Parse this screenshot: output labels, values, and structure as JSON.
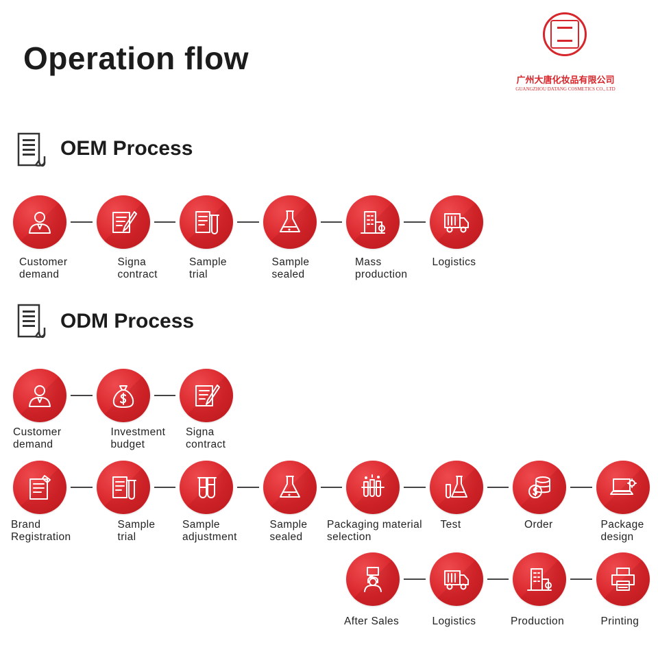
{
  "title": "Operation flow",
  "logo": {
    "cn": "广州大唐化妆品有限公司",
    "en": "GUANGZHOU DATANG COSMETICS CO., LTD"
  },
  "colors": {
    "accent": "#d7262b",
    "connector": "#444444",
    "text": "#222222"
  },
  "oem": {
    "title": "OEM Process",
    "steps": [
      {
        "icon": "customer-icon",
        "lines": [
          "Customer",
          "demand"
        ]
      },
      {
        "icon": "contract-icon",
        "lines": [
          "Signa",
          "contract"
        ]
      },
      {
        "icon": "sample-trial-icon",
        "lines": [
          "Sample",
          "trial"
        ]
      },
      {
        "icon": "flask-icon",
        "lines": [
          "Sample",
          "sealed"
        ]
      },
      {
        "icon": "factory-icon",
        "lines": [
          "Mass",
          "production"
        ]
      },
      {
        "icon": "truck-icon",
        "lines": [
          "Logistics"
        ]
      }
    ]
  },
  "odm": {
    "title": "ODM Process",
    "row1": [
      {
        "icon": "customer-icon",
        "lines": [
          "Customer",
          "demand"
        ]
      },
      {
        "icon": "money-bag-icon",
        "lines": [
          "Investment",
          "budget"
        ]
      },
      {
        "icon": "contract-icon",
        "lines": [
          "Signa",
          "contract"
        ]
      }
    ],
    "row2": [
      {
        "icon": "brand-document-icon",
        "lines": [
          "Brand",
          "Registration"
        ]
      },
      {
        "icon": "sample-trial-icon",
        "lines": [
          "Sample",
          "trial"
        ]
      },
      {
        "icon": "test-tubes-icon",
        "lines": [
          "Sample",
          "adjustment"
        ]
      },
      {
        "icon": "flask-icon",
        "lines": [
          "Sample",
          "sealed"
        ]
      },
      {
        "icon": "lab-tubes-icon",
        "lines": [
          "Packaging material",
          "selection"
        ]
      },
      {
        "icon": "test-flask-icon",
        "lines": [
          "Test"
        ]
      },
      {
        "icon": "coins-icon",
        "lines": [
          "Order"
        ]
      },
      {
        "icon": "laptop-icon",
        "lines": [
          "Package",
          "design"
        ]
      }
    ],
    "row3": [
      {
        "icon": "support-icon",
        "lines": [
          "After Sales"
        ]
      },
      {
        "icon": "truck-icon",
        "lines": [
          "Logistics"
        ]
      },
      {
        "icon": "factory-icon",
        "lines": [
          "Production"
        ]
      },
      {
        "icon": "printer-icon",
        "lines": [
          "Printing"
        ]
      }
    ]
  }
}
